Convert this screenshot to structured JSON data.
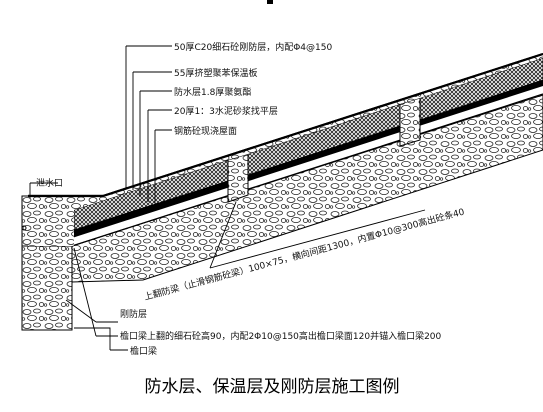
{
  "callouts": {
    "top_rigid_layer": "50厚C20细石砼刚防层，内配Φ4@150",
    "insulation_board": "55厚挤塑聚苯保温板",
    "waterproof_layer": "防水层1.8厚聚氨酯",
    "leveling_layer": "20厚1：3水泥砂浆找平层",
    "rc_roof_slab": "钢筋砼现浇屋面",
    "gutter": "泄水口",
    "upturned_beam": "上翻防梁（止滑钢筋砼梁）100×75，横向间距1300，内置Φ10@300高出砼条40",
    "rigid_layer": "刚防层",
    "eave_beam_note": "檐口梁上翻的细石砼高90，内配2Φ10@150高出檐口梁面120并锚入檐口梁200",
    "eave_beam": "檐口梁"
  },
  "title": "防水层、保温层及刚防层施工图例"
}
